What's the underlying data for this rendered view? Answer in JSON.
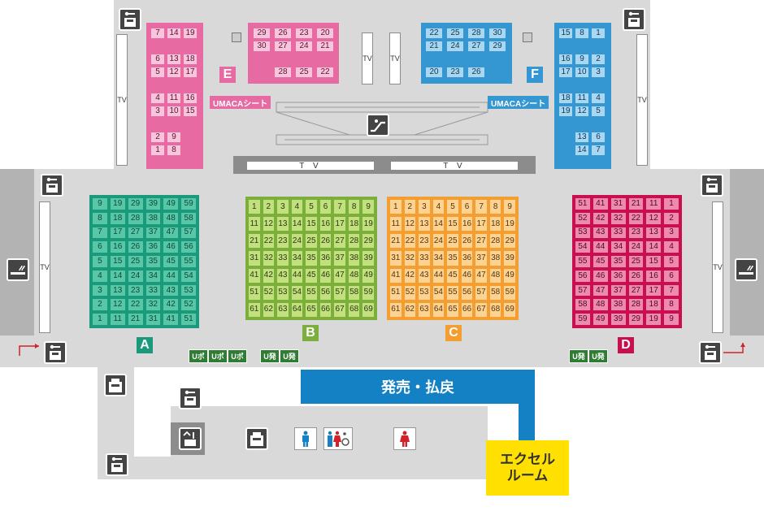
{
  "colors": {
    "block_a": "#1a9a7a",
    "block_a_seat": "#58c7a8",
    "block_b": "#7cae3c",
    "block_b_seat": "#c3e07e",
    "block_c": "#f49d30",
    "block_c_seat": "#fdd394",
    "block_d": "#c8104f",
    "block_d_seat": "#ee8ab0",
    "zone_e": "#e86aa2",
    "zone_e_seat": "#f8c6dc",
    "zone_f": "#3497d2",
    "zone_f_seat": "#a9d6f1",
    "ticket": "#1581c5",
    "excel": "#ffe000"
  },
  "labels": {
    "zone_a": "A",
    "zone_b": "B",
    "zone_c": "C",
    "zone_d": "D",
    "zone_e": "E",
    "zone_f": "F",
    "umaca_left": "UMACAシート",
    "umaca_right": "UMACAシート",
    "ticket_counter": "発売・払戻",
    "excel_line1": "エクセル",
    "excel_line2": "ルーム",
    "tv": "TV",
    "tv_bottom_left": "T V",
    "tv_bottom_right": "T V",
    "u_po": "Uポ",
    "u_hatsu": "U発"
  },
  "icons": {
    "smoking": "smoking-room-icon",
    "locker": "coin-locker-icon",
    "escalator": "escalator-icon",
    "atm": "atm-icon",
    "restroom_men": "mens-restroom-icon",
    "restroom_multi": "multipurpose-restroom-icon",
    "restroom_women": "womens-restroom-icon"
  },
  "block_a": [
    [
      "9",
      "19",
      "29",
      "39",
      "49",
      "59"
    ],
    [
      "8",
      "18",
      "28",
      "38",
      "48",
      "58"
    ],
    [
      "7",
      "17",
      "27",
      "37",
      "47",
      "57"
    ],
    [
      "6",
      "16",
      "26",
      "36",
      "46",
      "56"
    ],
    [
      "5",
      "15",
      "25",
      "35",
      "45",
      "55"
    ],
    [
      "4",
      "14",
      "24",
      "34",
      "44",
      "54"
    ],
    [
      "3",
      "13",
      "23",
      "33",
      "43",
      "53"
    ],
    [
      "2",
      "12",
      "22",
      "32",
      "42",
      "52"
    ],
    [
      "1",
      "11",
      "21",
      "31",
      "41",
      "51"
    ]
  ],
  "block_b": [
    [
      "1",
      "2",
      "3",
      "4",
      "5",
      "6",
      "7",
      "8",
      "9"
    ],
    [
      "11",
      "12",
      "13",
      "14",
      "15",
      "16",
      "17",
      "18",
      "19"
    ],
    [
      "21",
      "22",
      "23",
      "24",
      "25",
      "26",
      "27",
      "28",
      "29"
    ],
    [
      "31",
      "32",
      "33",
      "34",
      "35",
      "36",
      "37",
      "38",
      "39"
    ],
    [
      "41",
      "42",
      "43",
      "44",
      "45",
      "46",
      "47",
      "48",
      "49"
    ],
    [
      "51",
      "52",
      "53",
      "54",
      "55",
      "56",
      "57",
      "58",
      "59"
    ],
    [
      "61",
      "62",
      "63",
      "64",
      "65",
      "66",
      "67",
      "68",
      "69"
    ]
  ],
  "block_c": [
    [
      "1",
      "2",
      "3",
      "4",
      "5",
      "6",
      "7",
      "8",
      "9"
    ],
    [
      "11",
      "12",
      "13",
      "14",
      "15",
      "16",
      "17",
      "18",
      "19"
    ],
    [
      "21",
      "22",
      "23",
      "24",
      "25",
      "26",
      "27",
      "28",
      "29"
    ],
    [
      "31",
      "32",
      "33",
      "34",
      "35",
      "36",
      "37",
      "38",
      "39"
    ],
    [
      "41",
      "42",
      "43",
      "44",
      "45",
      "46",
      "47",
      "48",
      "49"
    ],
    [
      "51",
      "52",
      "53",
      "54",
      "55",
      "56",
      "57",
      "58",
      "59"
    ],
    [
      "61",
      "62",
      "63",
      "64",
      "65",
      "66",
      "67",
      "68",
      "69"
    ]
  ],
  "block_d": [
    [
      "51",
      "41",
      "31",
      "21",
      "11",
      "1"
    ],
    [
      "52",
      "42",
      "32",
      "22",
      "12",
      "2"
    ],
    [
      "53",
      "43",
      "33",
      "23",
      "13",
      "3"
    ],
    [
      "54",
      "44",
      "34",
      "24",
      "14",
      "4"
    ],
    [
      "55",
      "45",
      "35",
      "25",
      "15",
      "5"
    ],
    [
      "56",
      "46",
      "36",
      "26",
      "16",
      "6"
    ],
    [
      "57",
      "47",
      "37",
      "27",
      "17",
      "7"
    ],
    [
      "58",
      "48",
      "38",
      "28",
      "18",
      "8"
    ],
    [
      "59",
      "49",
      "39",
      "29",
      "19",
      "9"
    ]
  ],
  "zone_e_left": [
    [
      "7",
      "14",
      "19"
    ],
    [
      "",
      "",
      ""
    ],
    [
      "6",
      "13",
      "18"
    ],
    [
      "5",
      "12",
      "17"
    ],
    [
      "",
      "",
      ""
    ],
    [
      "4",
      "11",
      "16"
    ],
    [
      "3",
      "10",
      "15"
    ],
    [
      "",
      "",
      ""
    ],
    [
      "2",
      "9",
      ""
    ],
    [
      "1",
      "8",
      ""
    ]
  ],
  "zone_e_top": [
    [
      "29",
      "26",
      "23",
      "20"
    ],
    [
      "30",
      "27",
      "24",
      "21"
    ],
    [
      "",
      "",
      "",
      ""
    ],
    [
      "",
      "28",
      "25",
      "22"
    ]
  ],
  "zone_f_top": [
    [
      "22",
      "25",
      "28",
      "30"
    ],
    [
      "21",
      "24",
      "27",
      "29"
    ],
    [
      "",
      "",
      "",
      ""
    ],
    [
      "20",
      "23",
      "26",
      ""
    ]
  ],
  "zone_f_right": [
    [
      "15",
      "8",
      "1"
    ],
    [
      "",
      "",
      ""
    ],
    [
      "16",
      "9",
      "2"
    ],
    [
      "17",
      "10",
      "3"
    ],
    [
      "",
      "",
      ""
    ],
    [
      "18",
      "11",
      "4"
    ],
    [
      "19",
      "12",
      "5"
    ],
    [
      "",
      "",
      ""
    ],
    [
      "",
      "13",
      "6"
    ],
    [
      "",
      "14",
      "7"
    ]
  ]
}
